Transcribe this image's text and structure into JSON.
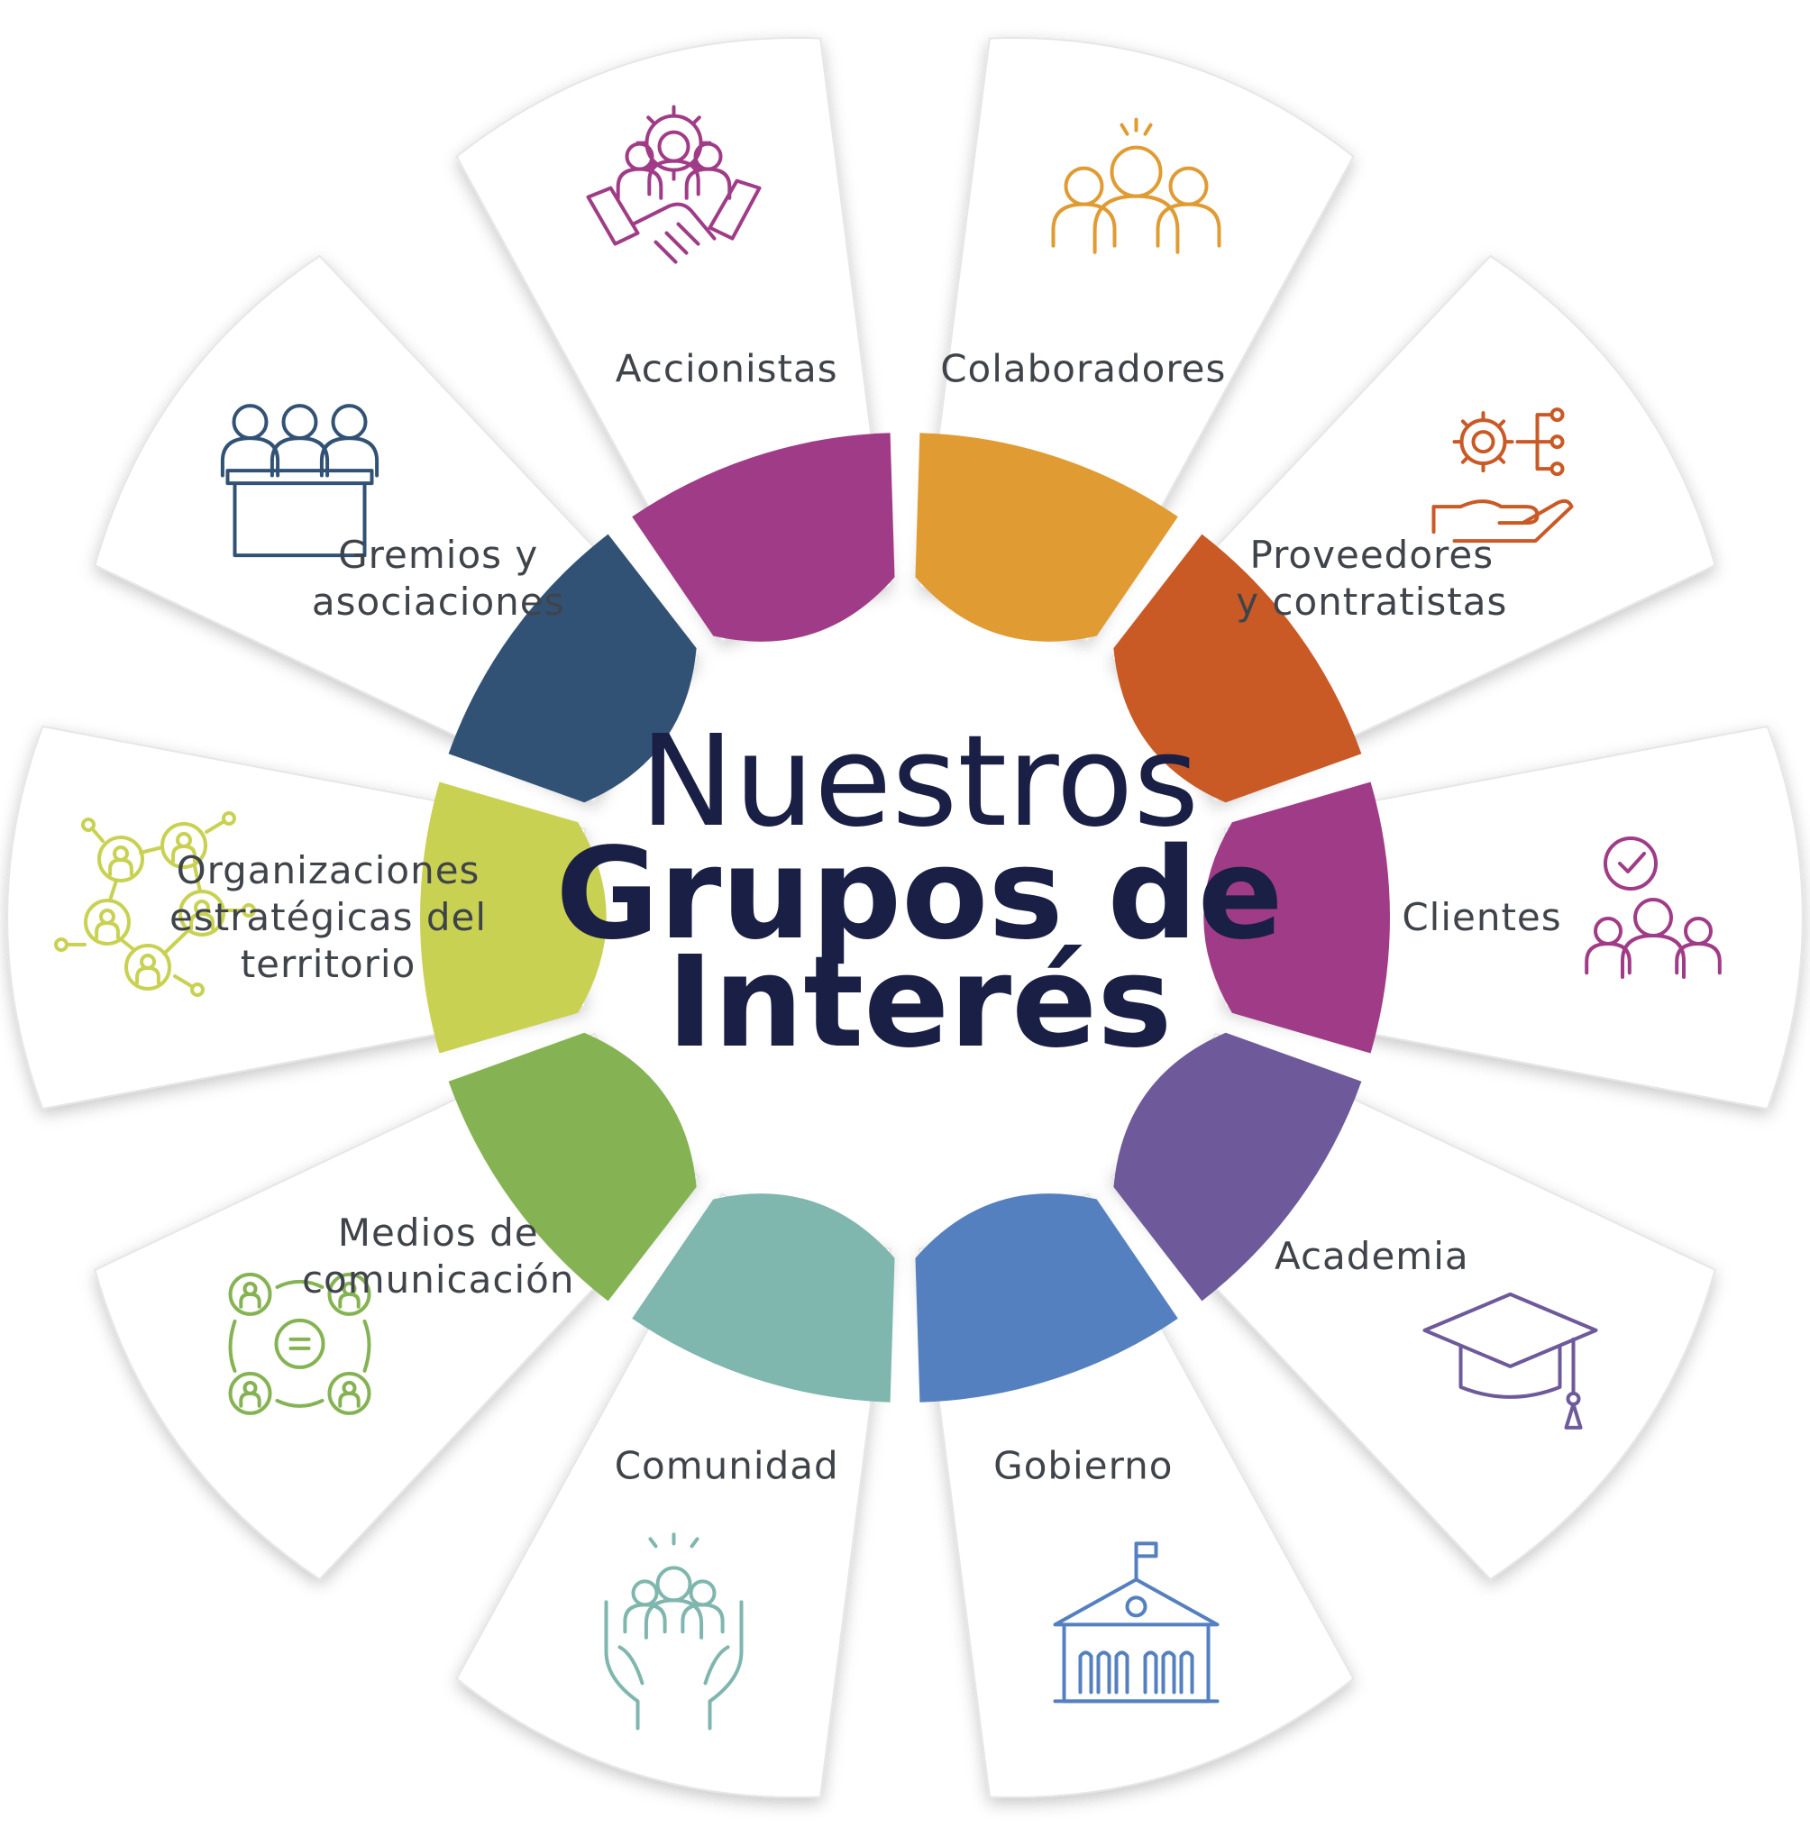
{
  "title": {
    "line1": "Nuestros",
    "line2": "Grupos de",
    "line3": "Interés"
  },
  "groups": [
    {
      "label_lines": [
        "Colaboradores"
      ],
      "color": "#e09b33",
      "icon": "team-people-icon"
    },
    {
      "label_lines": [
        "Proveedores",
        "y contratistas"
      ],
      "color": "#c95a26",
      "icon": "gear-network-hand-icon"
    },
    {
      "label_lines": [
        "Clientes"
      ],
      "color": "#a03c87",
      "icon": "clients-check-icon"
    },
    {
      "label_lines": [
        "Academia"
      ],
      "color": "#6e5a9b",
      "icon": "graduation-cap-icon"
    },
    {
      "label_lines": [
        "Gobierno"
      ],
      "color": "#5580c0",
      "icon": "government-building-icon"
    },
    {
      "label_lines": [
        "Comunidad"
      ],
      "color": "#7fb6ae",
      "icon": "community-hands-icon"
    },
    {
      "label_lines": [
        "Medios de",
        "comunicación"
      ],
      "color": "#85b353",
      "icon": "media-communication-icon"
    },
    {
      "label_lines": [
        "Organizaciones",
        "estratégicas del",
        "territorio"
      ],
      "color": "#c9d152",
      "icon": "organization-network-icon"
    },
    {
      "label_lines": [
        "Gremios y",
        "asociaciones"
      ],
      "color": "#325275",
      "icon": "panel-people-icon"
    },
    {
      "label_lines": [
        "Accionistas"
      ],
      "color": "#a03c87",
      "icon": "handshake-gear-icon"
    }
  ]
}
